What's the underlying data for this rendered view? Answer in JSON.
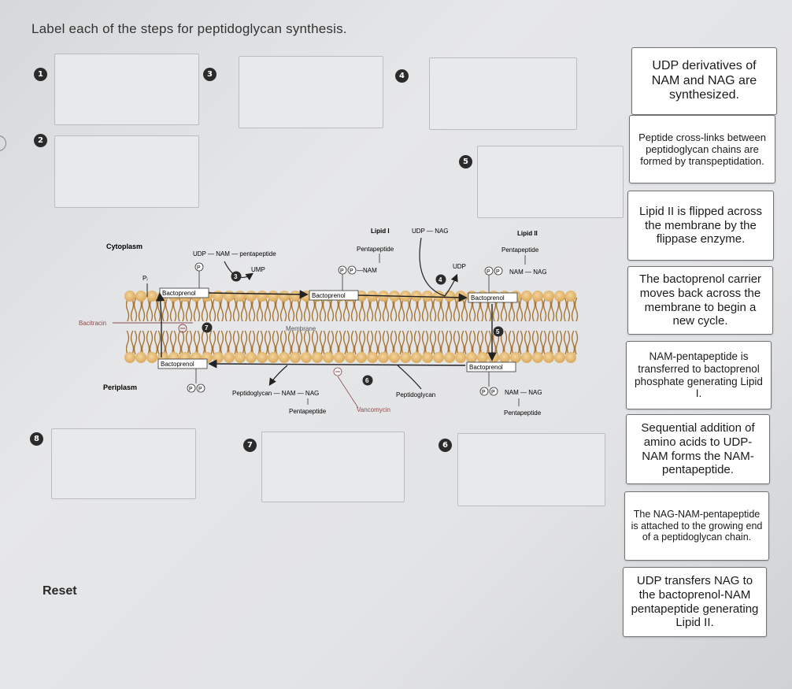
{
  "question": "Label each of the steps for peptidoglycan synthesis.",
  "reset_label": "Reset",
  "drop_targets": [
    {
      "num": "1"
    },
    {
      "num": "2"
    },
    {
      "num": "3"
    },
    {
      "num": "4"
    },
    {
      "num": "5"
    },
    {
      "num": "8"
    },
    {
      "num": "7"
    },
    {
      "num": "6"
    }
  ],
  "answer_cards": [
    "UDP derivatives of NAM and NAG are synthesized.",
    "Peptide cross-links between peptidoglycan chains are formed by transpeptidation.",
    "Lipid II is flipped across the membrane by the flippase enzyme.",
    "The bactoprenol carrier moves back across the membrane to begin a new cycle.",
    "NAM-pentapeptide is transferred to bactoprenol phosphate generating Lipid I.",
    "Sequential addition of amino acids to UDP-NAM forms the NAM-pentapeptide.",
    "The NAG-NAM-pentapeptide is attached to the growing end of a peptidoglycan chain.",
    "UDP transfers NAG to the bactoprenol-NAM pentapeptide generating Lipid II."
  ],
  "diagram": {
    "cytoplasm": "Cytoplasm",
    "periplasm": "Periplasm",
    "membrane": "Membrane",
    "bacitracin": "Bacitracin",
    "vancomycin": "Vancomycin",
    "bactoprenol": "Bactoprenol",
    "lipid1": "Lipid I",
    "lipid2": "Lipid II",
    "udp_nag": "UDP — NAG",
    "udp_nam_pentapeptide": "UDP — NAM — pentapeptide",
    "ump": "UMP",
    "udp": "UDP",
    "pi": "Pᵢ",
    "pentapeptide": "Pentapeptide",
    "nam": "NAM",
    "nam_nag": "NAM — NAG",
    "peptidoglycan": "Peptidoglycan",
    "pg_nam_nag": "Peptidoglycan — NAM — NAG",
    "p": "P",
    "step_nums": [
      "3",
      "4",
      "5",
      "6",
      "7"
    ]
  }
}
